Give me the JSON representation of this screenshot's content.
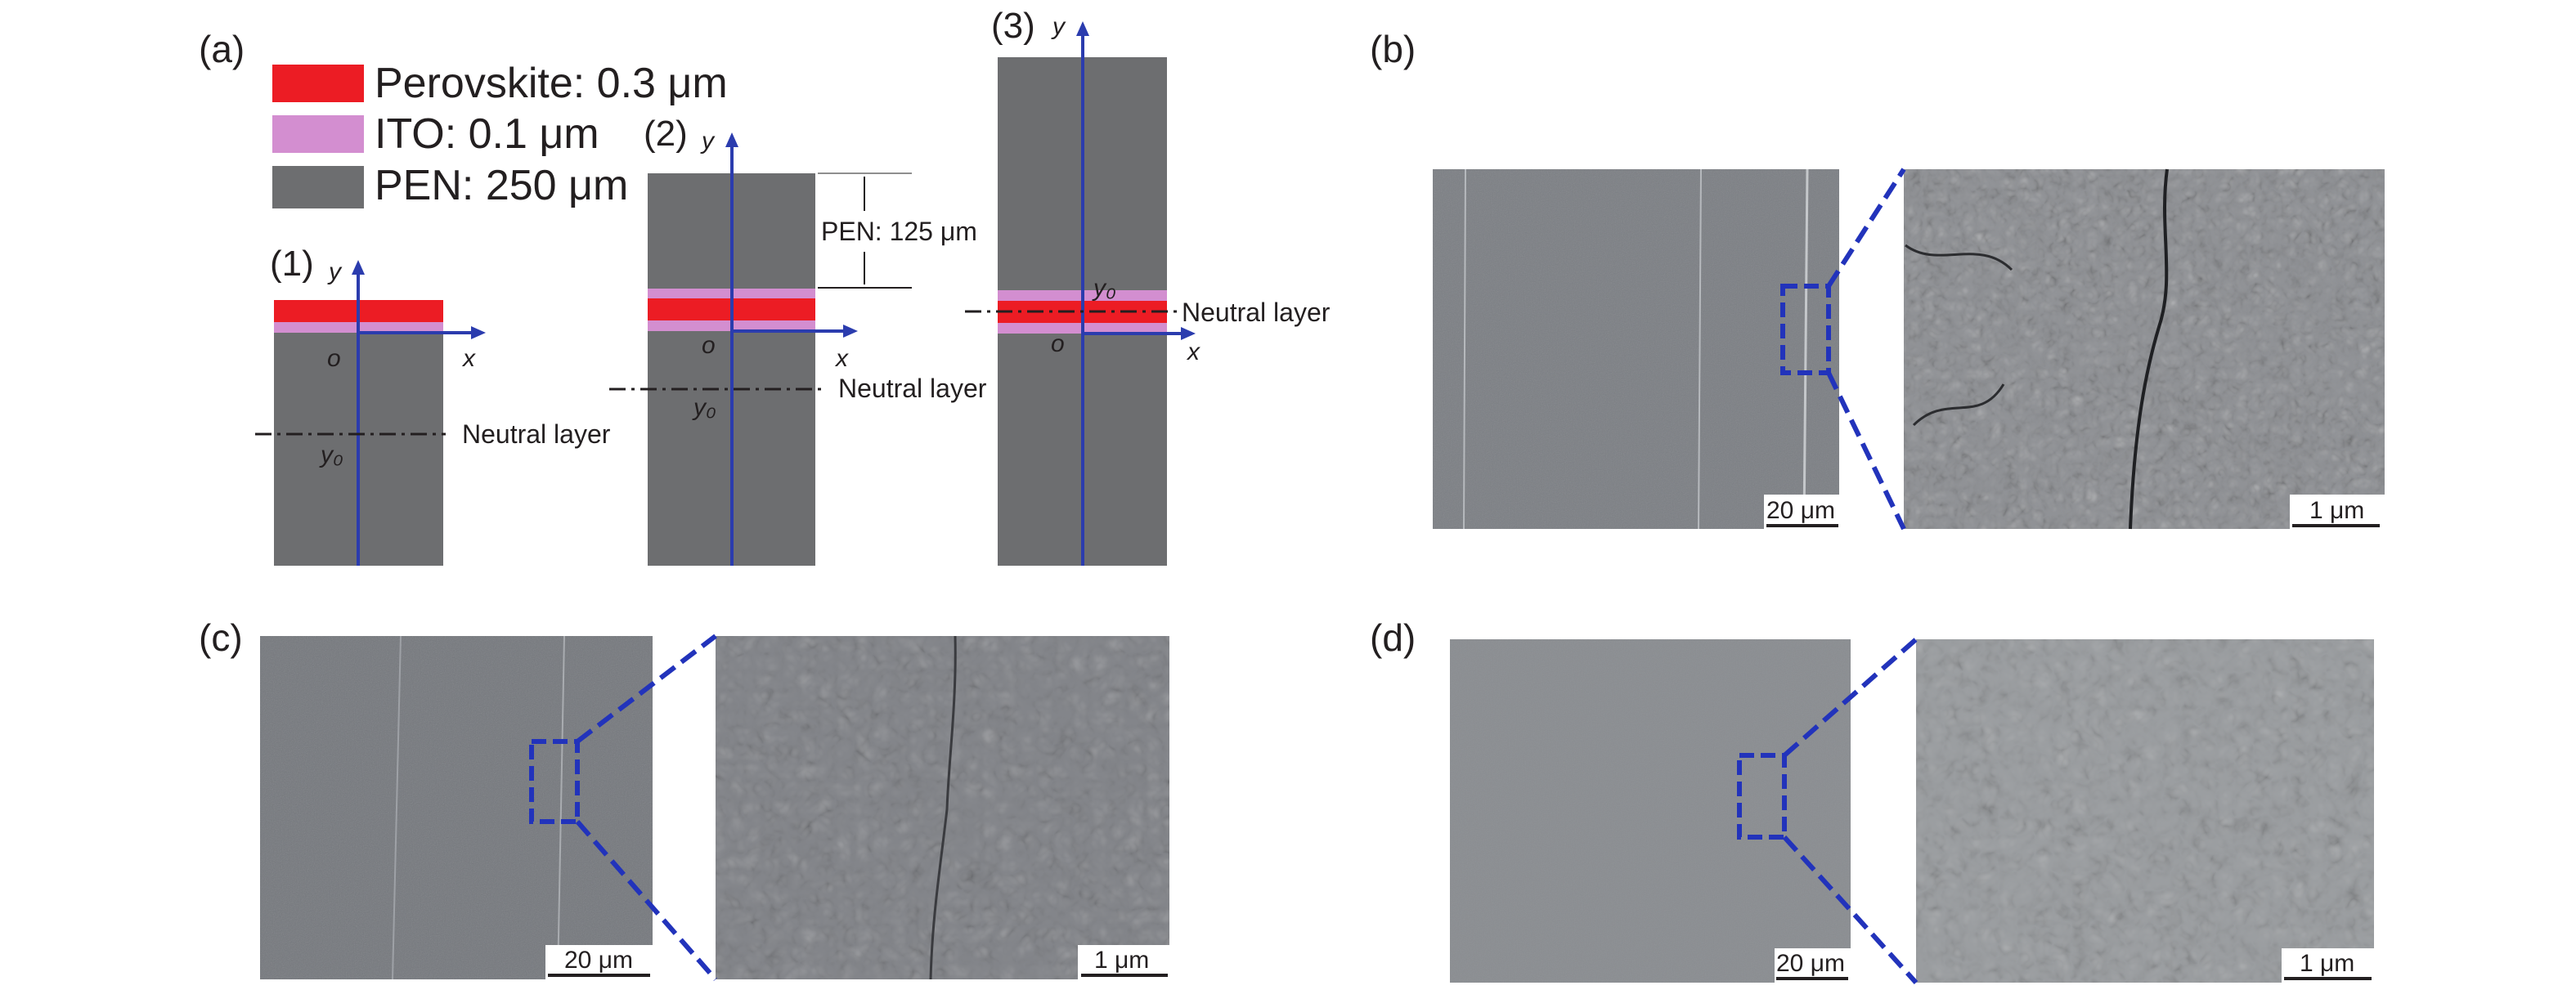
{
  "figure": {
    "panel_labels": {
      "a": "(a)",
      "b": "(b)",
      "c": "(c)",
      "d": "(d)"
    },
    "colors": {
      "perovskite": "#ec1c24",
      "ito": "#d38ed0",
      "pen": "#6d6e70",
      "axis": "#2b3cae",
      "zoom_box": "#2233bb",
      "sem_b": "#7c7f84",
      "sem_c": "#75787d",
      "sem_d": "#8a8d91"
    },
    "legend": [
      {
        "label": "Perovskite: 0.3 μm",
        "material": "perovskite"
      },
      {
        "label": "ITO: 0.1 μm",
        "material": "ito"
      },
      {
        "label": "PEN: 250 μm",
        "material": "pen"
      }
    ],
    "structures": [
      {
        "label": "(1)",
        "y_axis": "y",
        "x_axis": "x",
        "origin": "o",
        "neutral_symbol": "y₀",
        "neutral_label": "Neutral layer"
      },
      {
        "label": "(2)",
        "y_axis": "y",
        "x_axis": "x",
        "origin": "o",
        "neutral_symbol": "y₀",
        "neutral_label": "Neutral layer",
        "dimension_label": "PEN: 125 μm"
      },
      {
        "label": "(3)",
        "y_axis": "y",
        "x_axis": "x",
        "origin": "o",
        "neutral_symbol": "y₀",
        "neutral_label": "Neutral layer"
      }
    ],
    "sem": {
      "scale_low": "20 μm",
      "scale_high": "1 μm"
    }
  }
}
